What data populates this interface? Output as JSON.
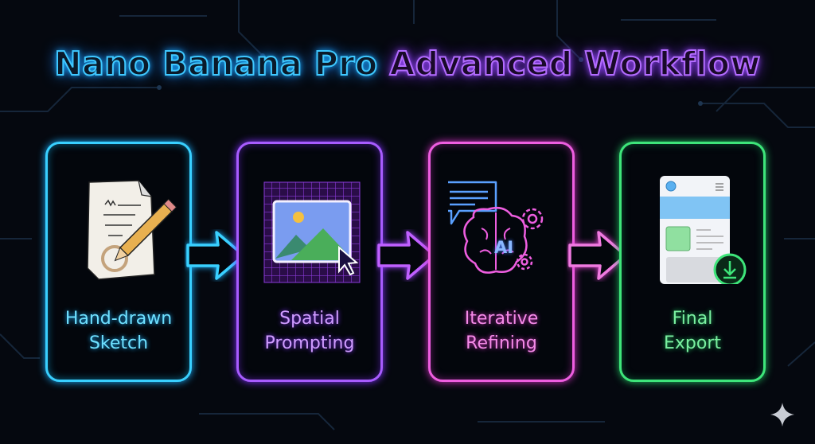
{
  "title": {
    "part1": "Nano Banana Pro",
    "part2": "Advanced Workflow"
  },
  "steps": [
    {
      "label_line1": "Hand-drawn",
      "label_line2": "Sketch",
      "color": "#39d0ff",
      "icon": "sketch-paper-pencil"
    },
    {
      "label_line1": "Spatial",
      "label_line2": "Prompting",
      "color": "#a85cff",
      "icon": "image-grid-cursor"
    },
    {
      "label_line1": "Iterative",
      "label_line2": "Refining",
      "color": "#ee5ee0",
      "icon": "ai-brain-chat-gears"
    },
    {
      "label_line1": "Final",
      "label_line2": "Export",
      "color": "#3ee57a",
      "icon": "document-download"
    }
  ],
  "ai_badge": "AI"
}
